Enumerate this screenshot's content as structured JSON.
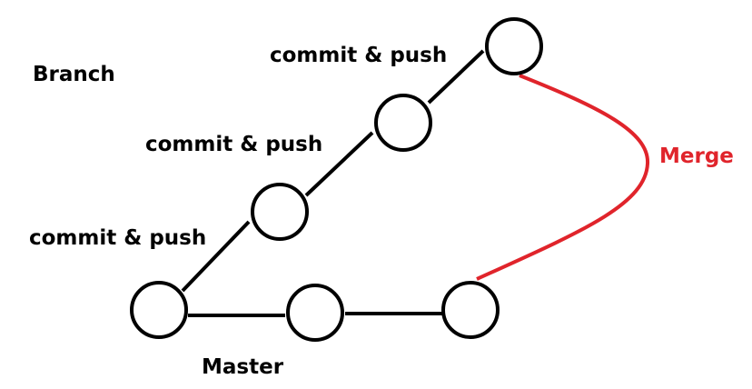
{
  "labels": {
    "branch": "Branch",
    "master": "Master",
    "merge": "Merge",
    "commit_1": "commit & push",
    "commit_2": "commit & push",
    "commit_3": "commit & push"
  },
  "colors": {
    "line": "#000000",
    "merge": "#e0242b",
    "background": "#ffffff"
  }
}
